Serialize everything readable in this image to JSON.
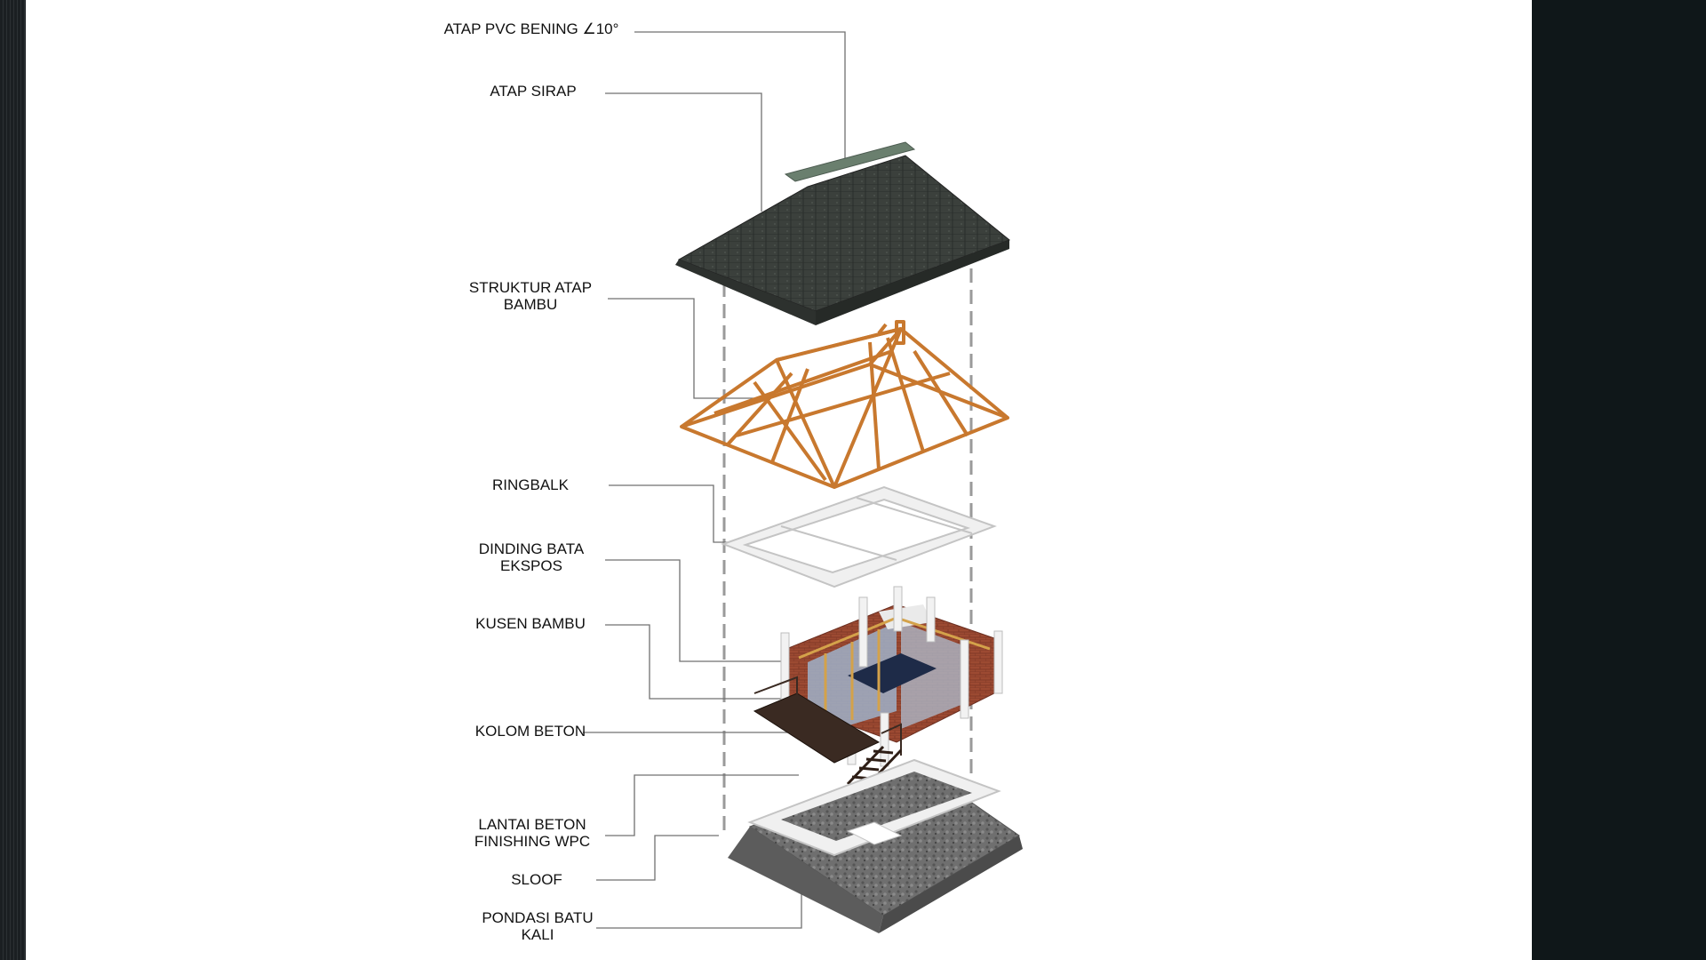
{
  "colors": {
    "sheet": "#ffffff",
    "frame": "#0f1719",
    "roof": "#3b403c",
    "pvc": "#6a7f6e",
    "bamboo": "#c8782e",
    "concrete": "#f0f0f0",
    "brick": "#9c4a32",
    "stone": "#6f6f6f",
    "leader": "#707070"
  },
  "labels": [
    {
      "key": "atap_pvc",
      "text": "ATAP PVC BENING ∠10°"
    },
    {
      "key": "atap_sirap",
      "text": "ATAP SIRAP"
    },
    {
      "key": "struktur_atap",
      "text": "STRUKTUR ATAP\nBAMBU"
    },
    {
      "key": "ringbalk",
      "text": "RINGBALK"
    },
    {
      "key": "dinding",
      "text": "DINDING BATA\nEKSPOS"
    },
    {
      "key": "kusen",
      "text": "KUSEN BAMBU"
    },
    {
      "key": "kolom",
      "text": "KOLOM BETON"
    },
    {
      "key": "lantai",
      "text": "LANTAI BETON\nFINISHING WPC"
    },
    {
      "key": "sloof",
      "text": "SLOOF"
    },
    {
      "key": "pondasi",
      "text": "PONDASI BATU\nKALI"
    }
  ]
}
